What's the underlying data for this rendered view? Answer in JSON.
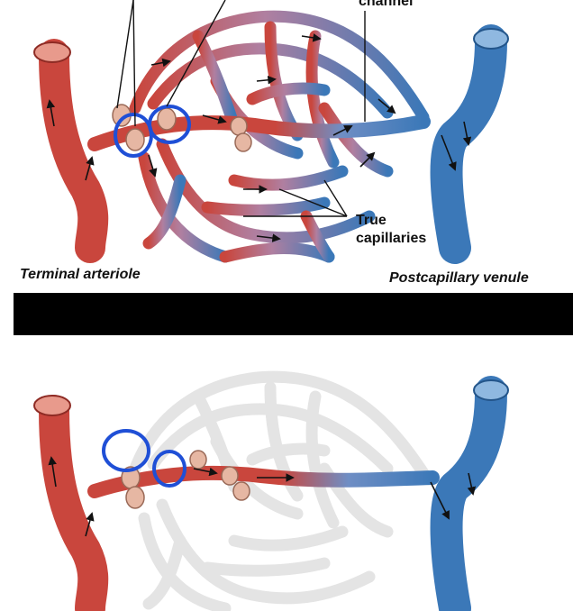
{
  "labels": {
    "thoroughfare_top": "channel",
    "true_capillaries_line1": "True",
    "true_capillaries_line2": "capillaries",
    "terminal_arteriole": "Terminal arteriole",
    "postcapillary_venule": "Postcapillary venule"
  },
  "colors": {
    "arteriole": "#c9463d",
    "arteriole_light": "#e89a8c",
    "venule": "#3b78b8",
    "venule_light": "#8fb8e0",
    "capillary_inactive": "#e4e4e4",
    "sphincter": "#e6b7a3",
    "annotation_circle": "#1f4fd6",
    "redaction_bar": "#000000"
  },
  "panels": [
    "sphincters-relaxed-top",
    "sphincters-contracted-bottom"
  ]
}
